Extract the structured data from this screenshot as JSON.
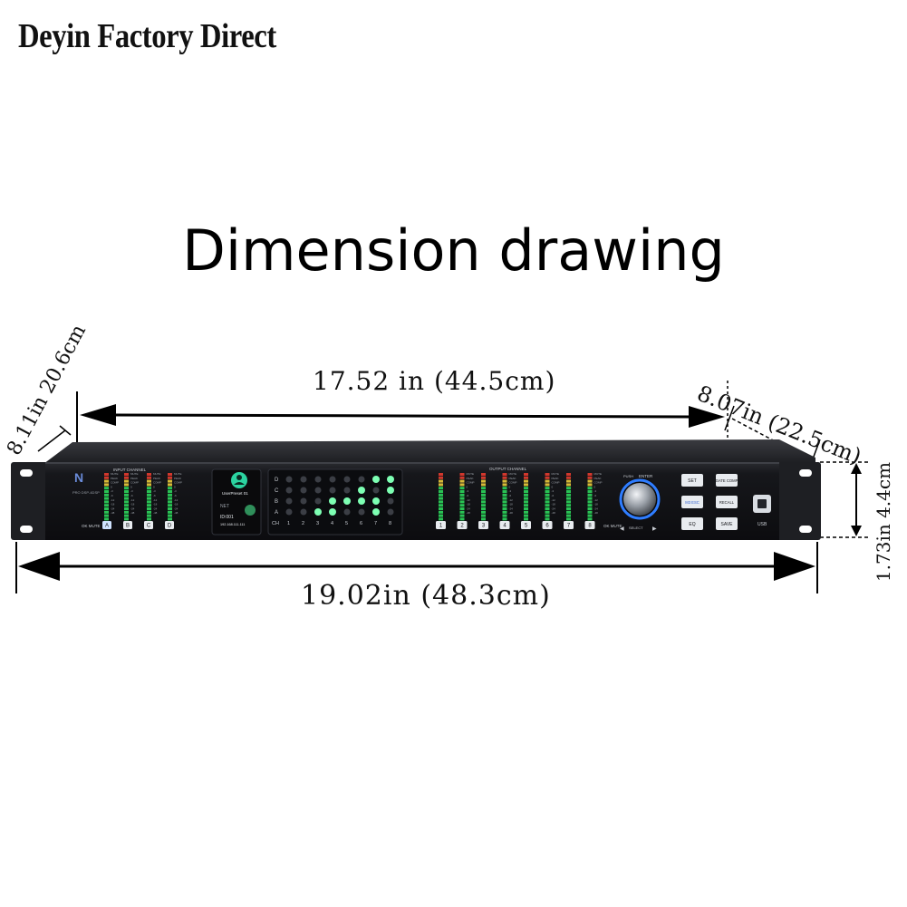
{
  "header": {
    "brand": "Deyin Factory Direct"
  },
  "title": "Dimension drawing",
  "dimensions": {
    "depth_left": "8.11in 20.6cm",
    "body_width": "17.52 in (44.5cm)",
    "depth_right": "8.07in (22.5cm)",
    "height": "1.73in 4.4cm",
    "overall_width": "19.02in (48.3cm)"
  },
  "device": {
    "logo_text": "PRO DSP-4DSP",
    "input_channel_label": "INPUT CHANNEL",
    "output_channel_label": "OUTPUT CHANNEL",
    "input_buttons": [
      "A",
      "B",
      "C",
      "D"
    ],
    "output_buttons": [
      "1",
      "2",
      "3",
      "4",
      "5",
      "6",
      "7",
      "8"
    ],
    "ok_mute_label": "OK MUTE",
    "meter_labels": [
      "MUTE",
      "PEAK",
      "COMP",
      "0",
      "-3",
      "-6",
      "-12",
      "-18",
      "-24",
      "-48"
    ],
    "screen": {
      "preset": "UserPreset 01",
      "net": "NET",
      "id": "ID:001",
      "ip": "192.168.111.111"
    },
    "matrix": {
      "rows": [
        "D",
        "C",
        "B",
        "A"
      ],
      "ch_label": "CH",
      "columns": [
        "1",
        "2",
        "3",
        "4",
        "5",
        "6",
        "7",
        "8"
      ],
      "lit": [
        [
          0,
          6
        ],
        [
          0,
          7
        ],
        [
          1,
          5
        ],
        [
          1,
          7
        ],
        [
          2,
          3
        ],
        [
          2,
          4
        ],
        [
          2,
          5
        ],
        [
          2,
          6
        ],
        [
          3,
          2
        ],
        [
          3,
          3
        ],
        [
          3,
          6
        ]
      ]
    },
    "knob": {
      "push_label": "PUSH",
      "enter_label": "ENTER",
      "select_label": "SELECT"
    },
    "function_buttons": [
      "SET",
      "GATE COMP",
      "M3 ESC",
      "RECALL",
      "EQ",
      "SAVE"
    ],
    "usb_label": "USB",
    "colors": {
      "body": "#15161a",
      "meter_green": "#2bd35a",
      "meter_yellow": "#e8c93a",
      "meter_red": "#e23b2e",
      "led": "#7dffb3",
      "knob_ring": "#2f7dff"
    }
  }
}
